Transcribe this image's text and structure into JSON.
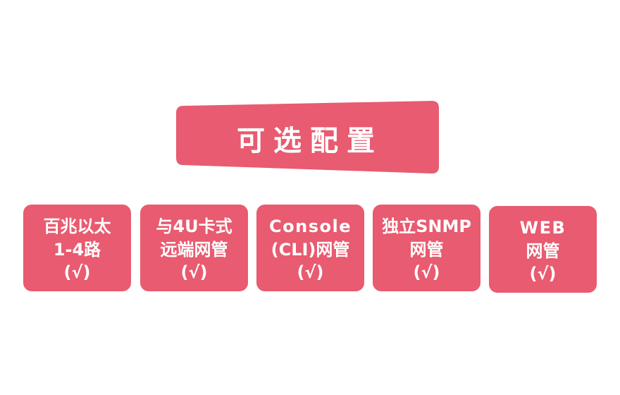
{
  "colors": {
    "accent": "#E85B70",
    "text_on_accent": "#FFFFFF",
    "background": "#FFFFFF"
  },
  "banner": {
    "title": "可选配置"
  },
  "options": [
    {
      "line1": "百兆以太",
      "line2": "1-4路",
      "status": "(√)"
    },
    {
      "line1": "与4U卡式",
      "line2": "远端网管",
      "status": "(√)"
    },
    {
      "line1": "Console",
      "line2": "(CLI)网管",
      "status": "(√)"
    },
    {
      "line1": "独立SNMP",
      "line2": "网管",
      "status": "(√)"
    },
    {
      "line1": "WEB",
      "line2": "网管",
      "status": "(√)"
    }
  ]
}
